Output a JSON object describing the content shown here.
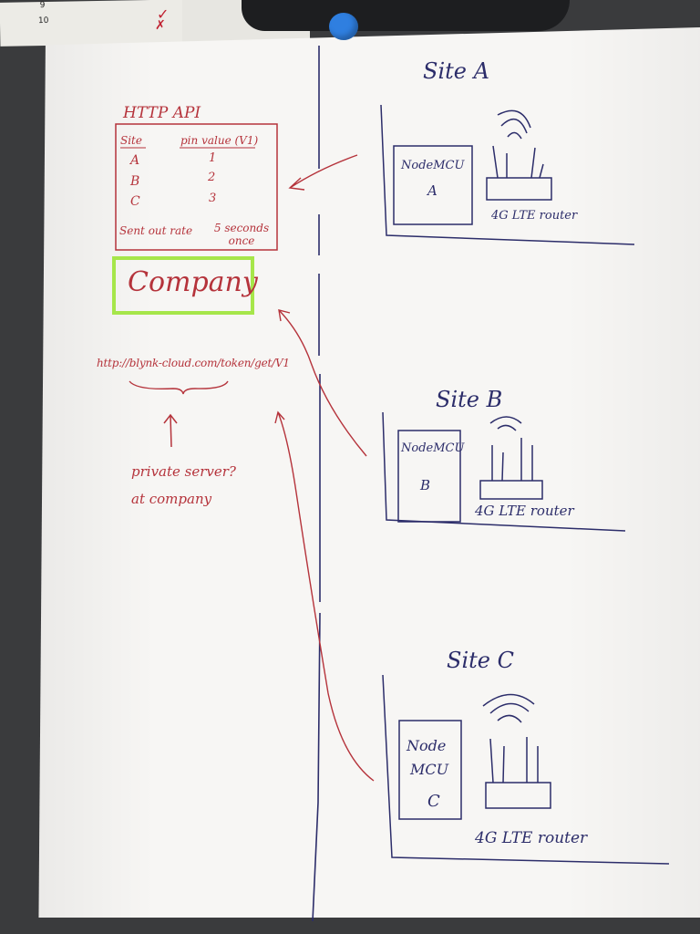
{
  "desk": {
    "sheet_numbers": [
      "9",
      "10"
    ],
    "check_marks": [
      "✓",
      "✗"
    ]
  },
  "api_box": {
    "title": "HTTP API",
    "col_site": "Site",
    "col_pin": "pin value (V1)",
    "rows": [
      {
        "site": "A",
        "pin": "1"
      },
      {
        "site": "B",
        "pin": "2"
      },
      {
        "site": "C",
        "pin": "3"
      }
    ],
    "rate_label": "Sent out rate",
    "rate_value": "5 seconds once"
  },
  "company": {
    "label": "Company"
  },
  "url": {
    "text": "http://blynk-cloud.com/token/get/V1"
  },
  "private_server": {
    "line1": "private server?",
    "line2": "at company"
  },
  "sites": [
    {
      "title": "Site A",
      "device": "NodeMCU",
      "device_id": "A",
      "router": "4G LTE router"
    },
    {
      "title": "Site B",
      "device": "NodeMCU",
      "device_id": "B",
      "router": "4G LTE router"
    },
    {
      "title": "Site C",
      "device_line1": "Node",
      "device_line2": "MCU",
      "device_id": "C",
      "router": "4G LTE router"
    }
  ],
  "colors": {
    "red_ink": "#b5333b",
    "navy_ink": "#2c2d6a",
    "highlighter": "#a6e64a",
    "pin": "#2f7fe0"
  }
}
